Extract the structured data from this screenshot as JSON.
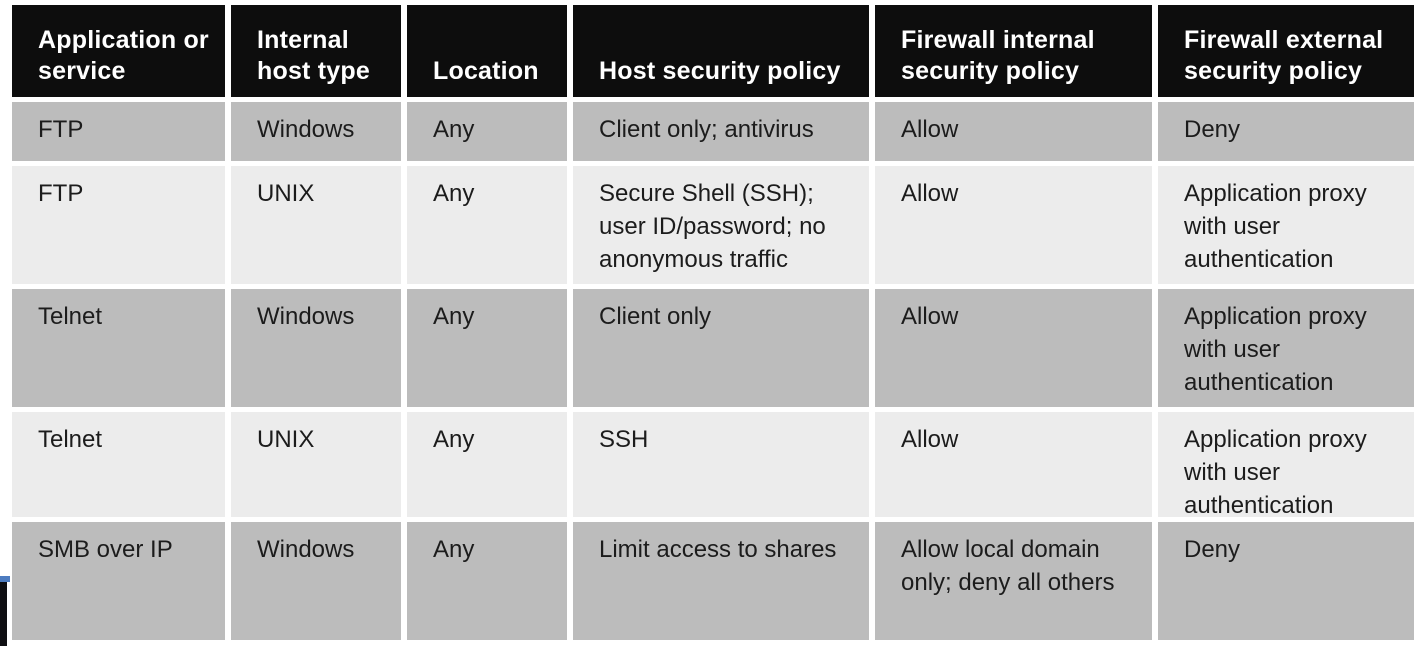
{
  "table": {
    "headers": [
      "Application or service",
      "Internal host type",
      "Location",
      "Host security policy",
      "Firewall internal security policy",
      "Firewall external security policy"
    ],
    "rows": [
      [
        "FTP",
        "Windows",
        "Any",
        "Client only; antivirus",
        "Allow",
        "Deny"
      ],
      [
        "FTP",
        "UNIX",
        "Any",
        "Secure Shell (SSH); user ID/password; no anonymous traffic",
        "Allow",
        "Application proxy with user authentication"
      ],
      [
        "Telnet",
        "Windows",
        "Any",
        "Client only",
        "Allow",
        "Application proxy with user authentication"
      ],
      [
        "Telnet",
        "UNIX",
        "Any",
        "SSH",
        "Allow",
        "Application proxy with user authentication"
      ],
      [
        "SMB over IP",
        "Windows",
        "Any",
        "Limit access to shares",
        "Allow local domain only; deny all others",
        "Deny"
      ]
    ]
  },
  "colors": {
    "header_bg": "#0d0d0d",
    "header_text": "#ffffff",
    "row_dark": "#bcbcbc",
    "row_light": "#ececec",
    "gutter": "#ffffff",
    "body_text": "#1c1c1c",
    "fragment_black": "#0e0e12",
    "fragment_accent_blue": "#4d7cc0"
  }
}
